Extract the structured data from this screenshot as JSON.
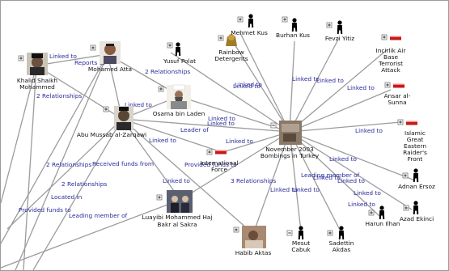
{
  "nodes": {
    "khalid": {
      "lines": [
        "Khalid Shaikh",
        "Mohammed"
      ],
      "icon": "person-photo"
    },
    "atta": {
      "lines": [
        "Mohamed Atta"
      ],
      "icon": "person-photo"
    },
    "yusuf": {
      "lines": [
        "Yusuf Polat"
      ],
      "icon": "person-silhouette"
    },
    "rainbow": {
      "lines": [
        "Rainbow",
        "Detergents"
      ],
      "icon": "organization-icon"
    },
    "mehmet": {
      "lines": [
        "Mehmet Kus"
      ],
      "icon": "person-silhouette"
    },
    "burhan": {
      "lines": [
        "Burhan Kus"
      ],
      "icon": "person-silhouette"
    },
    "fevzi": {
      "lines": [
        "Fevzi Yitiz"
      ],
      "icon": "person-silhouette"
    },
    "incirlik": {
      "lines": [
        "Incirlik Air",
        "Base",
        "Terrorist",
        "Attack"
      ],
      "icon": "event-icon"
    },
    "ansar": {
      "lines": [
        "Ansar al-",
        "Sunna"
      ],
      "icon": "group-icon"
    },
    "islamic": {
      "lines": [
        "Islamic",
        "Great",
        "Eastern",
        "Raider's",
        "Front"
      ],
      "icon": "group-icon"
    },
    "osama": {
      "lines": [
        "Osama bin Laden"
      ],
      "icon": "person-photo"
    },
    "zarqawi": {
      "lines": [
        "Abu Mussab al-Zarqawi"
      ],
      "icon": "person-photo"
    },
    "bombings": {
      "lines": [
        "November 2003",
        "Bombings in Turkey"
      ],
      "icon": "event-photo"
    },
    "intl": {
      "lines": [
        "International",
        "Force"
      ],
      "icon": "group-icon"
    },
    "luayibi": {
      "lines": [
        "Luayibi Mohammed Haj",
        "Bakr al Sakra"
      ],
      "icon": "person-photo"
    },
    "habib": {
      "lines": [
        "Habib Aktas"
      ],
      "icon": "person-photo"
    },
    "mesut": {
      "lines": [
        "Mesut",
        "Cabuk"
      ],
      "icon": "person-silhouette"
    },
    "sadettin": {
      "lines": [
        "Sadettin",
        "Akdas"
      ],
      "icon": "person-silhouette"
    },
    "harun": {
      "lines": [
        "Harun Ilhan"
      ],
      "icon": "person-silhouette"
    },
    "azad": {
      "lines": [
        "Azad Ekinci"
      ],
      "icon": "person-silhouette"
    },
    "adnan": {
      "lines": [
        "Adnan Ersoz"
      ],
      "icon": "person-silhouette"
    }
  },
  "edge_labels": [
    "Linked to",
    "Reports to",
    "2 Relationships",
    "2 Relationships",
    "Linked to",
    "Linked to",
    "Linked to",
    "Linked to",
    "Linked to",
    "Linked to",
    "Linked to",
    "Linked to",
    "Leader of",
    "Linked to",
    "Linked to",
    "Linked to",
    "Linked to",
    "Provided funds to",
    "Linked to",
    "Linked to",
    "Linked to",
    "Leading member of",
    "3 Relationships",
    "Linked to",
    "Linked to",
    "Linked to",
    "Linked to",
    "2 Relationships",
    "Received funds from",
    "2 Relationships",
    "Located in",
    "Provided funds to",
    "Leading member of"
  ],
  "colors": {
    "edge": "#9c9c9c",
    "edge_label": "#2a2a9a",
    "node_label": "#111111",
    "silhouette": "#000000",
    "flag_red": "#c41a1a"
  }
}
